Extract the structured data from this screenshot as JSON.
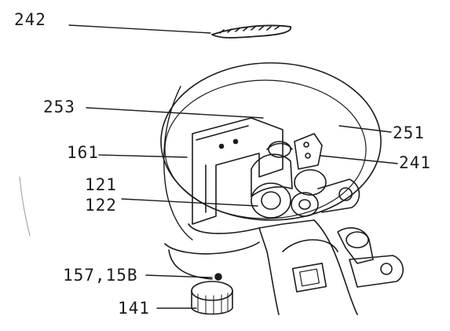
{
  "labels": {
    "l242": "242",
    "l253": "253",
    "l251": "251",
    "l161": "161",
    "l241": "241",
    "l121": "121",
    "l122": "122",
    "l157": "157,15B",
    "l141": "141"
  },
  "colors": {
    "ink": "#1c1c1c",
    "paper": "#ffffff"
  }
}
